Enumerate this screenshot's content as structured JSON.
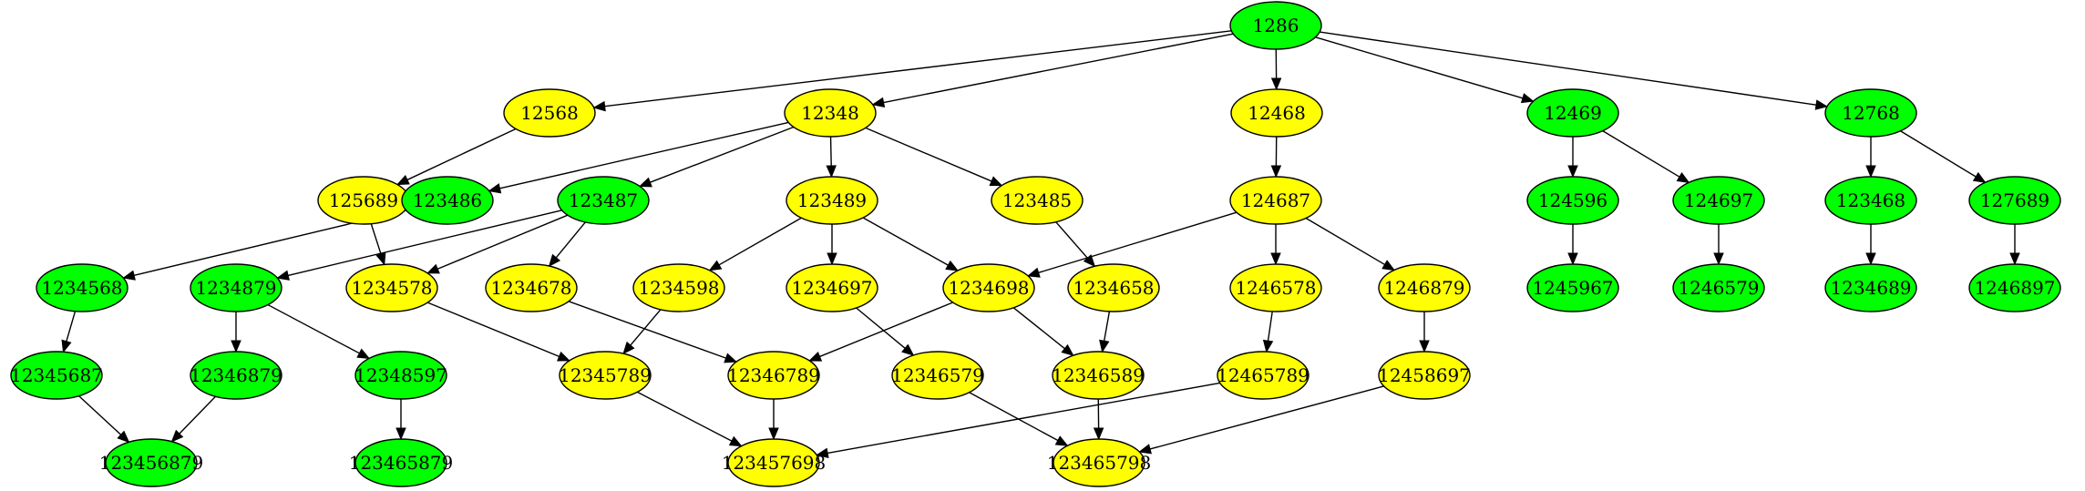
{
  "colors": {
    "green": "#00ff00",
    "yellow": "#ffff00",
    "stroke": "#000000"
  },
  "nodes": [
    {
      "id": "1286",
      "label": "1286",
      "fill": "green"
    },
    {
      "id": "12568",
      "label": "12568",
      "fill": "yellow"
    },
    {
      "id": "12348",
      "label": "12348",
      "fill": "yellow"
    },
    {
      "id": "12468",
      "label": "12468",
      "fill": "yellow"
    },
    {
      "id": "12469",
      "label": "12469",
      "fill": "green"
    },
    {
      "id": "12768",
      "label": "12768",
      "fill": "green"
    },
    {
      "id": "125689",
      "label": "125689",
      "fill": "yellow"
    },
    {
      "id": "123486",
      "label": "123486",
      "fill": "green"
    },
    {
      "id": "123487",
      "label": "123487",
      "fill": "green"
    },
    {
      "id": "123489",
      "label": "123489",
      "fill": "yellow"
    },
    {
      "id": "123485",
      "label": "123485",
      "fill": "yellow"
    },
    {
      "id": "124687",
      "label": "124687",
      "fill": "yellow"
    },
    {
      "id": "124596",
      "label": "124596",
      "fill": "green"
    },
    {
      "id": "124697",
      "label": "124697",
      "fill": "green"
    },
    {
      "id": "123468",
      "label": "123468",
      "fill": "green"
    },
    {
      "id": "127689",
      "label": "127689",
      "fill": "green"
    },
    {
      "id": "1234568",
      "label": "1234568",
      "fill": "green"
    },
    {
      "id": "1234879",
      "label": "1234879",
      "fill": "green"
    },
    {
      "id": "1234578",
      "label": "1234578",
      "fill": "yellow"
    },
    {
      "id": "1234678",
      "label": "1234678",
      "fill": "yellow"
    },
    {
      "id": "1234598",
      "label": "1234598",
      "fill": "yellow"
    },
    {
      "id": "1234697",
      "label": "1234697",
      "fill": "yellow"
    },
    {
      "id": "1234698",
      "label": "1234698",
      "fill": "yellow"
    },
    {
      "id": "1234658",
      "label": "1234658",
      "fill": "yellow"
    },
    {
      "id": "1246578",
      "label": "1246578",
      "fill": "yellow"
    },
    {
      "id": "1246879",
      "label": "1246879",
      "fill": "yellow"
    },
    {
      "id": "1245967",
      "label": "1245967",
      "fill": "green"
    },
    {
      "id": "1246579",
      "label": "1246579",
      "fill": "green"
    },
    {
      "id": "1234689",
      "label": "1234689",
      "fill": "green"
    },
    {
      "id": "1246897",
      "label": "1246897",
      "fill": "green"
    },
    {
      "id": "12345687",
      "label": "12345687",
      "fill": "green"
    },
    {
      "id": "12346879",
      "label": "12346879",
      "fill": "green"
    },
    {
      "id": "12348597",
      "label": "12348597",
      "fill": "green"
    },
    {
      "id": "12345789",
      "label": "12345789",
      "fill": "yellow"
    },
    {
      "id": "12346789",
      "label": "12346789",
      "fill": "yellow"
    },
    {
      "id": "12346579",
      "label": "12346579",
      "fill": "yellow"
    },
    {
      "id": "12346589",
      "label": "12346589",
      "fill": "yellow"
    },
    {
      "id": "12465789",
      "label": "12465789",
      "fill": "yellow"
    },
    {
      "id": "12458697",
      "label": "12458697",
      "fill": "yellow"
    },
    {
      "id": "123456879",
      "label": "123456879",
      "fill": "green"
    },
    {
      "id": "123465879",
      "label": "123465879",
      "fill": "green"
    },
    {
      "id": "123457698",
      "label": "123457698",
      "fill": "yellow"
    },
    {
      "id": "123465798",
      "label": "123465798",
      "fill": "yellow"
    }
  ],
  "edges": [
    [
      "1286",
      "12568"
    ],
    [
      "1286",
      "12348"
    ],
    [
      "1286",
      "12468"
    ],
    [
      "1286",
      "12469"
    ],
    [
      "1286",
      "12768"
    ],
    [
      "12568",
      "125689"
    ],
    [
      "12348",
      "123486"
    ],
    [
      "12348",
      "123487"
    ],
    [
      "12348",
      "123489"
    ],
    [
      "12348",
      "123485"
    ],
    [
      "12468",
      "124687"
    ],
    [
      "12469",
      "124596"
    ],
    [
      "12469",
      "124697"
    ],
    [
      "12768",
      "123468"
    ],
    [
      "12768",
      "127689"
    ],
    [
      "125689",
      "1234578"
    ],
    [
      "123486",
      "1234568"
    ],
    [
      "123487",
      "1234879"
    ],
    [
      "123487",
      "1234578"
    ],
    [
      "123487",
      "1234678"
    ],
    [
      "123489",
      "1234598"
    ],
    [
      "123489",
      "1234697"
    ],
    [
      "123489",
      "1234698"
    ],
    [
      "123485",
      "1234658"
    ],
    [
      "124687",
      "1234698"
    ],
    [
      "124687",
      "1246578"
    ],
    [
      "124687",
      "1246879"
    ],
    [
      "124596",
      "1245967"
    ],
    [
      "124697",
      "1246579"
    ],
    [
      "123468",
      "1234689"
    ],
    [
      "127689",
      "1246897"
    ],
    [
      "1234568",
      "12345687"
    ],
    [
      "1234879",
      "12346879"
    ],
    [
      "1234879",
      "12348597"
    ],
    [
      "1234578",
      "12345789"
    ],
    [
      "1234678",
      "12346789"
    ],
    [
      "1234598",
      "12345789"
    ],
    [
      "1234697",
      "12346579"
    ],
    [
      "1234698",
      "12346789"
    ],
    [
      "1234698",
      "12346589"
    ],
    [
      "1234658",
      "12346589"
    ],
    [
      "1246578",
      "12465789"
    ],
    [
      "1246879",
      "12458697"
    ],
    [
      "12345687",
      "123456879"
    ],
    [
      "12346879",
      "123456879"
    ],
    [
      "12348597",
      "123465879"
    ],
    [
      "12345789",
      "123457698"
    ],
    [
      "12346789",
      "123457698"
    ],
    [
      "12465789",
      "123457698"
    ],
    [
      "12346579",
      "123465798"
    ],
    [
      "12346589",
      "123465798"
    ],
    [
      "12458697",
      "123465798"
    ]
  ]
}
